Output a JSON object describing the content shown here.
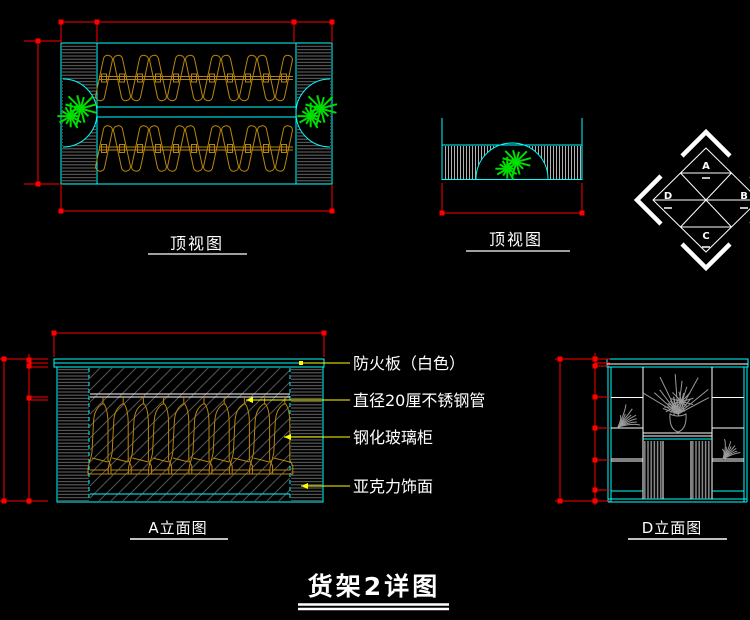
{
  "title": {
    "text": "货架2详图"
  },
  "views": {
    "top_view_1": {
      "label": "顶视图"
    },
    "top_view_2": {
      "label": "顶视图"
    },
    "elevation_a": {
      "label": "A立面图"
    },
    "elevation_d": {
      "label": "D立面图"
    }
  },
  "annotations": {
    "fireproof_board": "防火板（白色）",
    "steel_pipe": "直径20厘不锈钢管",
    "glass_cabinet": "钢化玻璃柜",
    "acrylic_finish": "亚克力饰面"
  },
  "orientation_key": {
    "top": "A",
    "right": "B",
    "bottom": "C",
    "left": "D"
  },
  "colors": {
    "background": "#000000",
    "outline": "#00FFFF",
    "dimension": "#FF0000",
    "hanger": "#B8860B",
    "leader": "#FFFF00",
    "plant": "#00DD00",
    "text": "#FFFFFF",
    "art": "#9A9A9A",
    "hatch": "#686868",
    "glass_hatch": "#555555"
  },
  "counts": {
    "plan_hanger_rows": 2,
    "plan_hangers_per_row": 11,
    "elevation_garments": 10
  }
}
